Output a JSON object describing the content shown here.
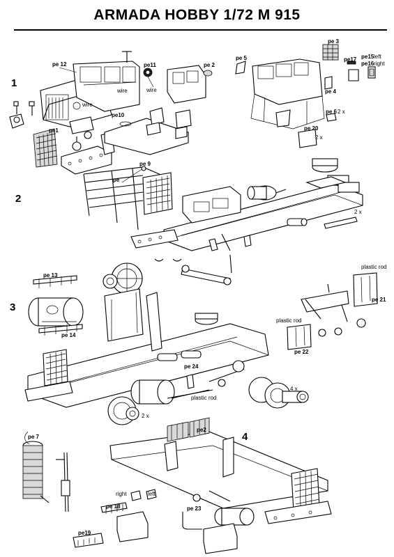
{
  "title": "ARMADA HOBBY 1/72 M 915",
  "steps": [
    "1",
    "2",
    "3",
    "4"
  ],
  "parts": {
    "pe1": "pe1",
    "pe2": "pe 2",
    "pe2b": "pe2",
    "pe3": "pe 3",
    "pe4": "pe 4",
    "pe5": "pe 5",
    "pe6": "pe 6",
    "pe7": "pe 7",
    "pe9": "pe 9",
    "pe10": "pe10",
    "pe11": "pe11",
    "pe12": "pe 12",
    "pe13": "pe 13",
    "pe14": "pe 14",
    "pe15": "pe15",
    "pe16": "pe16",
    "pe17": "pe17",
    "pe18": "pe 18",
    "pe19": "pe19",
    "pe20": "pe 20",
    "pe21": "pe 21",
    "pe22": "pe 22",
    "pe23": "pe 23",
    "pe24": "pe 24",
    "pe": "pe"
  },
  "notes": {
    "wire1": "wire",
    "wire2": "wire",
    "wire3": "wire",
    "left_word": "left",
    "right_word": "right",
    "left2": "left",
    "right2": "right",
    "x2a": "2 x",
    "x2b": "2 x",
    "x2c": "2 x",
    "x2d": "2 x",
    "x4": "4 x",
    "plastic_rod_1": "plastic rod",
    "plastic_rod_2": "plastic rod",
    "plastic_rod_3": "plastic rod"
  }
}
